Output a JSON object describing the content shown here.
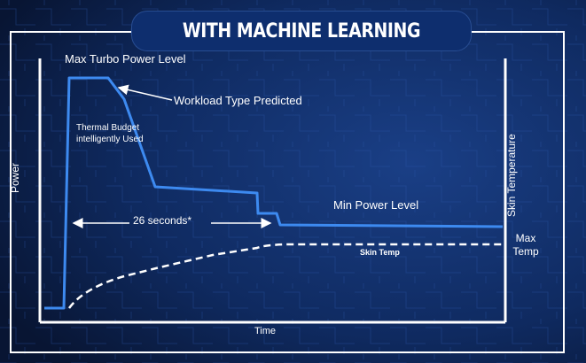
{
  "banner": {
    "title": "WITH MACHINE LEARNING"
  },
  "labels": {
    "max_turbo": "Max Turbo Power Level",
    "workload": "Workload Type Predicted",
    "thermal_budget": "Thermal Budget intelligently Used",
    "duration": "26 seconds*",
    "min_power": "Min Power Level",
    "skin_temp": "Skin Temp",
    "max_temp": "Max Temp",
    "x_axis": "Time",
    "y_axis_left": "Power",
    "y_axis_right": "Skin Temperature"
  },
  "colors": {
    "power_line": "#3d8af0",
    "temp_line": "#ffffff",
    "axis": "#ffffff",
    "banner": "#0e2e6e",
    "background": "#0b1838"
  }
}
